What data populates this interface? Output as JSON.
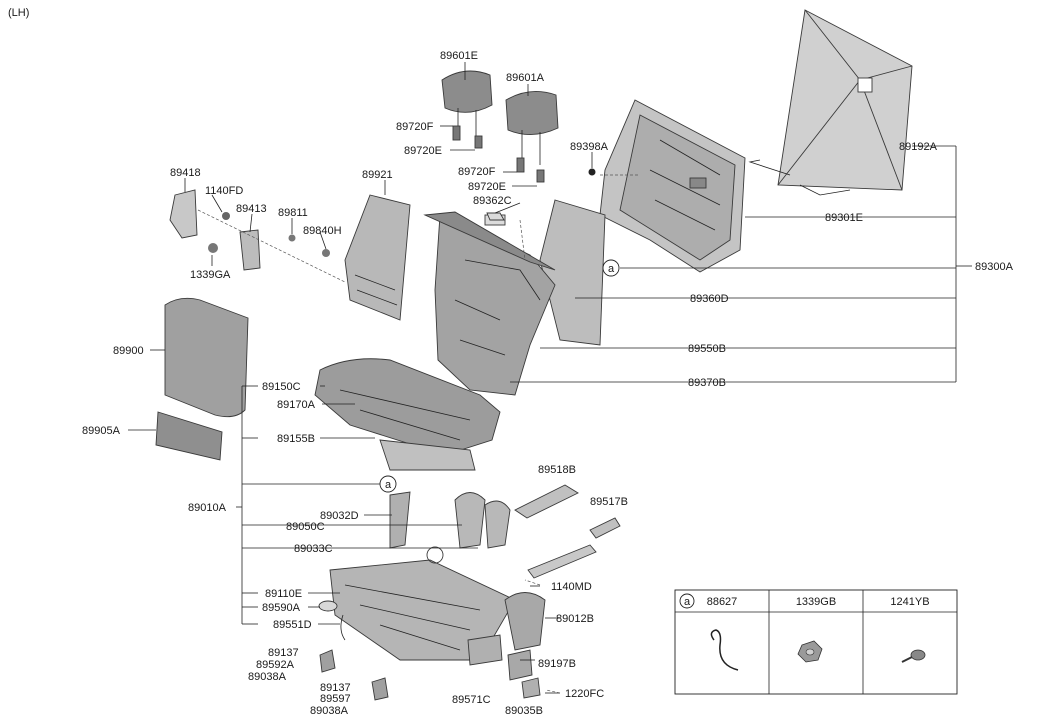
{
  "side_label": "(LH)",
  "labels": {
    "p89601E": "89601E",
    "p89601A": "89601A",
    "p89720F_a": "89720F",
    "p89720E_a": "89720E",
    "p89720F_b": "89720F",
    "p89720E_b": "89720E",
    "p89362C": "89362C",
    "p89398A": "89398A",
    "p89192A": "89192A",
    "p89301E": "89301E",
    "p89300A": "89300A",
    "p89360D": "89360D",
    "p89550B": "89550B",
    "p89370B": "89370B",
    "p89418": "89418",
    "p1140FD": "1140FD",
    "p89413": "89413",
    "p89811": "89811",
    "p89840H": "89840H",
    "p89921": "89921",
    "p1339GA": "1339GA",
    "p89900": "89900",
    "p89905A": "89905A",
    "p89150C": "89150C",
    "p89170A": "89170A",
    "p89155B": "89155B",
    "p89010A": "89010A",
    "p89032D": "89032D",
    "p89050C": "89050C",
    "p89033C": "89033C",
    "p89518B": "89518B",
    "p89517B": "89517B",
    "p1140MD": "1140MD",
    "p89110E": "89110E",
    "p89590A": "89590A",
    "p89551D": "89551D",
    "p89012B": "89012B",
    "p89137_a": "89137",
    "p89592A": "89592A",
    "p89038A_a": "89038A",
    "p89137_b": "89137",
    "p89597": "89597",
    "p89038A_b": "89038A",
    "p89197B": "89197B",
    "p89571C": "89571C",
    "p89035B": "89035B",
    "p1220FC": "1220FC"
  },
  "callout_marker": "a",
  "legend": {
    "marker": "a",
    "columns": [
      "88627",
      "1339GB",
      "1241YB"
    ]
  }
}
